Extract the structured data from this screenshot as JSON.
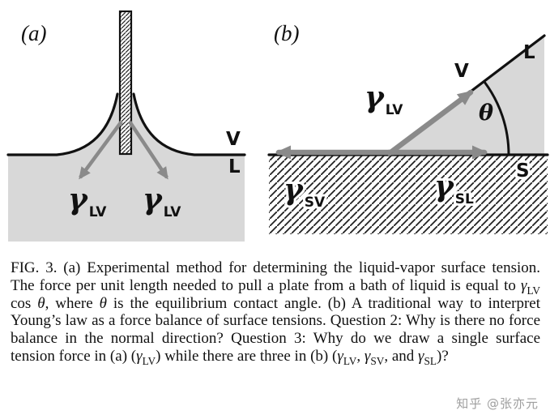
{
  "figure": {
    "panel_a": {
      "label": "(a)",
      "vapor_label": "V",
      "liquid_label": "L",
      "force_left": {
        "symbol": "γ",
        "sub": "LV"
      },
      "force_right": {
        "symbol": "γ",
        "sub": "LV"
      }
    },
    "panel_b": {
      "label": "(b)",
      "vapor_label": "V",
      "liquid_label": "L",
      "solid_label": "S",
      "angle_symbol": "θ",
      "force_lv": {
        "symbol": "γ",
        "sub": "LV"
      },
      "force_sv": {
        "symbol": "γ",
        "sub": "SV"
      },
      "force_sl": {
        "symbol": "γ",
        "sub": "SL"
      }
    }
  },
  "caption": {
    "segments": [
      {
        "text": "FIG. 3. (a) Experimental method for determining the liquid-vapor surface tension. The force per unit length needed to pull a plate from a bath of liquid is equal to "
      },
      {
        "math": "γ",
        "sub": "LV"
      },
      {
        "text": " cos "
      },
      {
        "math": "θ"
      },
      {
        "text": ", where "
      },
      {
        "math": "θ"
      },
      {
        "text": " is the equilibrium contact angle. (b) A traditional way to interpret Young’s law as a force balance of surface tensions. Question 2: Why is there no force balance in the normal direction? Question 3: Why do we draw a single surface tension force in (a) ("
      },
      {
        "math": "γ",
        "sub": "LV"
      },
      {
        "text": ") while there are three in (b) ("
      },
      {
        "math": "γ",
        "sub": "LV"
      },
      {
        "text": ", "
      },
      {
        "math": "γ",
        "sub": "SV"
      },
      {
        "text": ", and "
      },
      {
        "math": "γ",
        "sub": "SL"
      },
      {
        "text": ")?"
      }
    ]
  },
  "watermark": "知乎 @张亦元",
  "colors": {
    "liquid_gray": "#d8d8d8",
    "arrow_gray": "#8a8a8a",
    "ink": "#111111"
  }
}
